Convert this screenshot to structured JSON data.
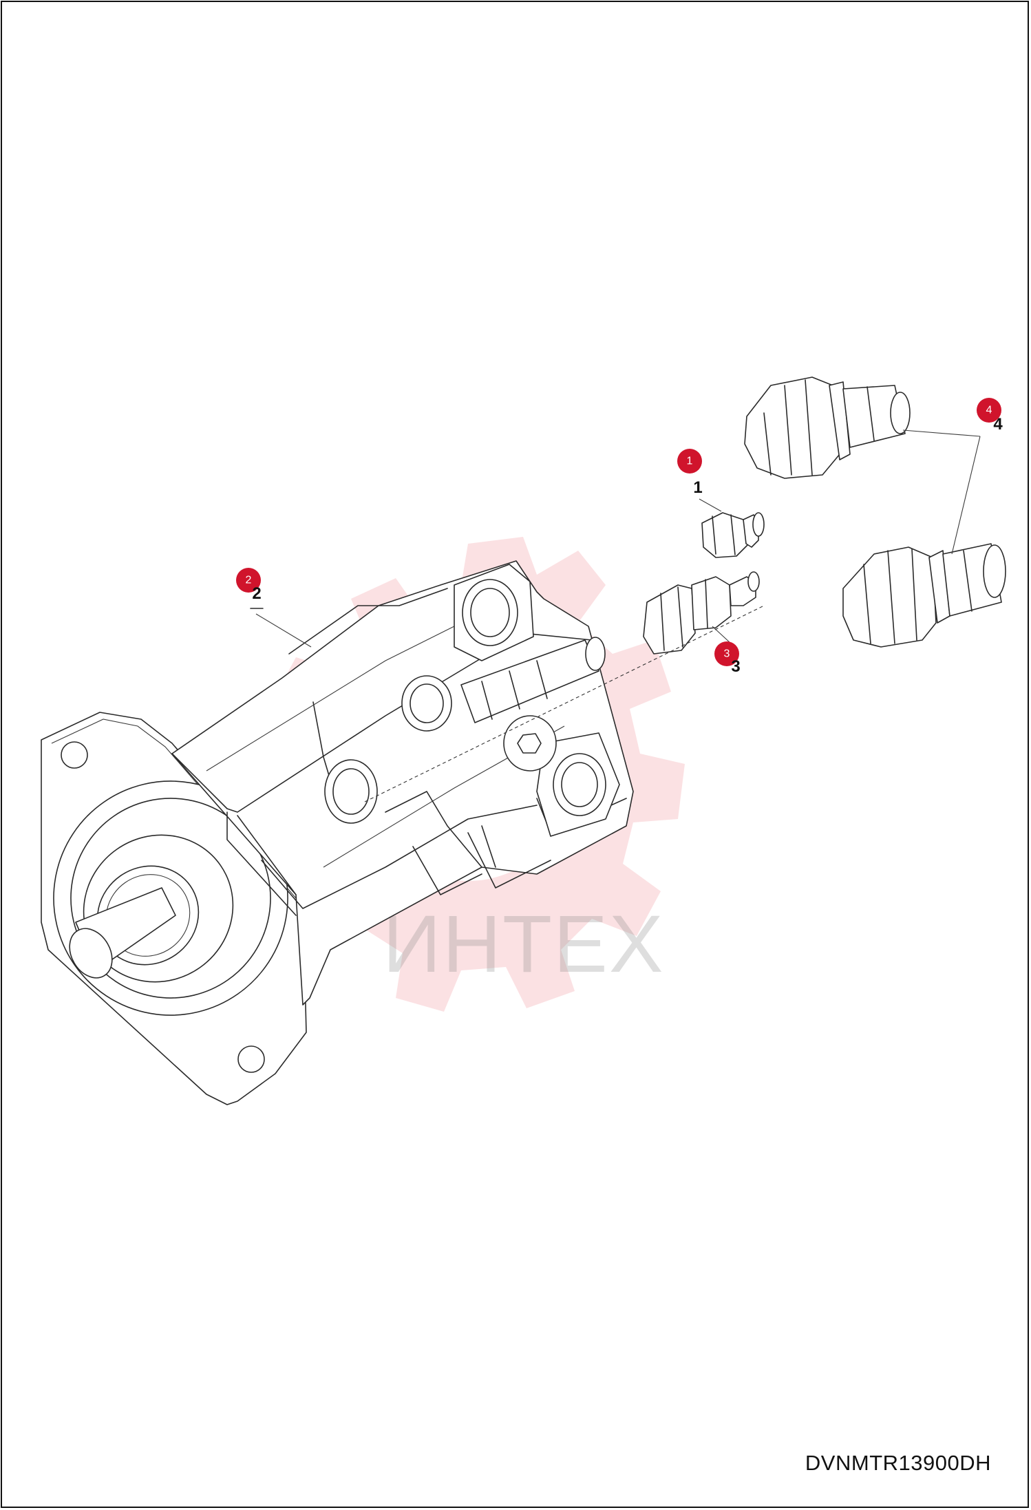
{
  "document": {
    "code": "DVNMTR13900DH"
  },
  "watermark": {
    "text": "ИНТЕХ",
    "color": "#e52a3a"
  },
  "callouts": [
    {
      "badge": "1",
      "label": "1"
    },
    {
      "badge": "2",
      "label": "2"
    },
    {
      "badge": "3",
      "label": "3"
    },
    {
      "badge": "4",
      "label": "4"
    }
  ],
  "colors": {
    "badge": "#d0142c",
    "line": "#2a2a2a",
    "background": "#ffffff"
  }
}
